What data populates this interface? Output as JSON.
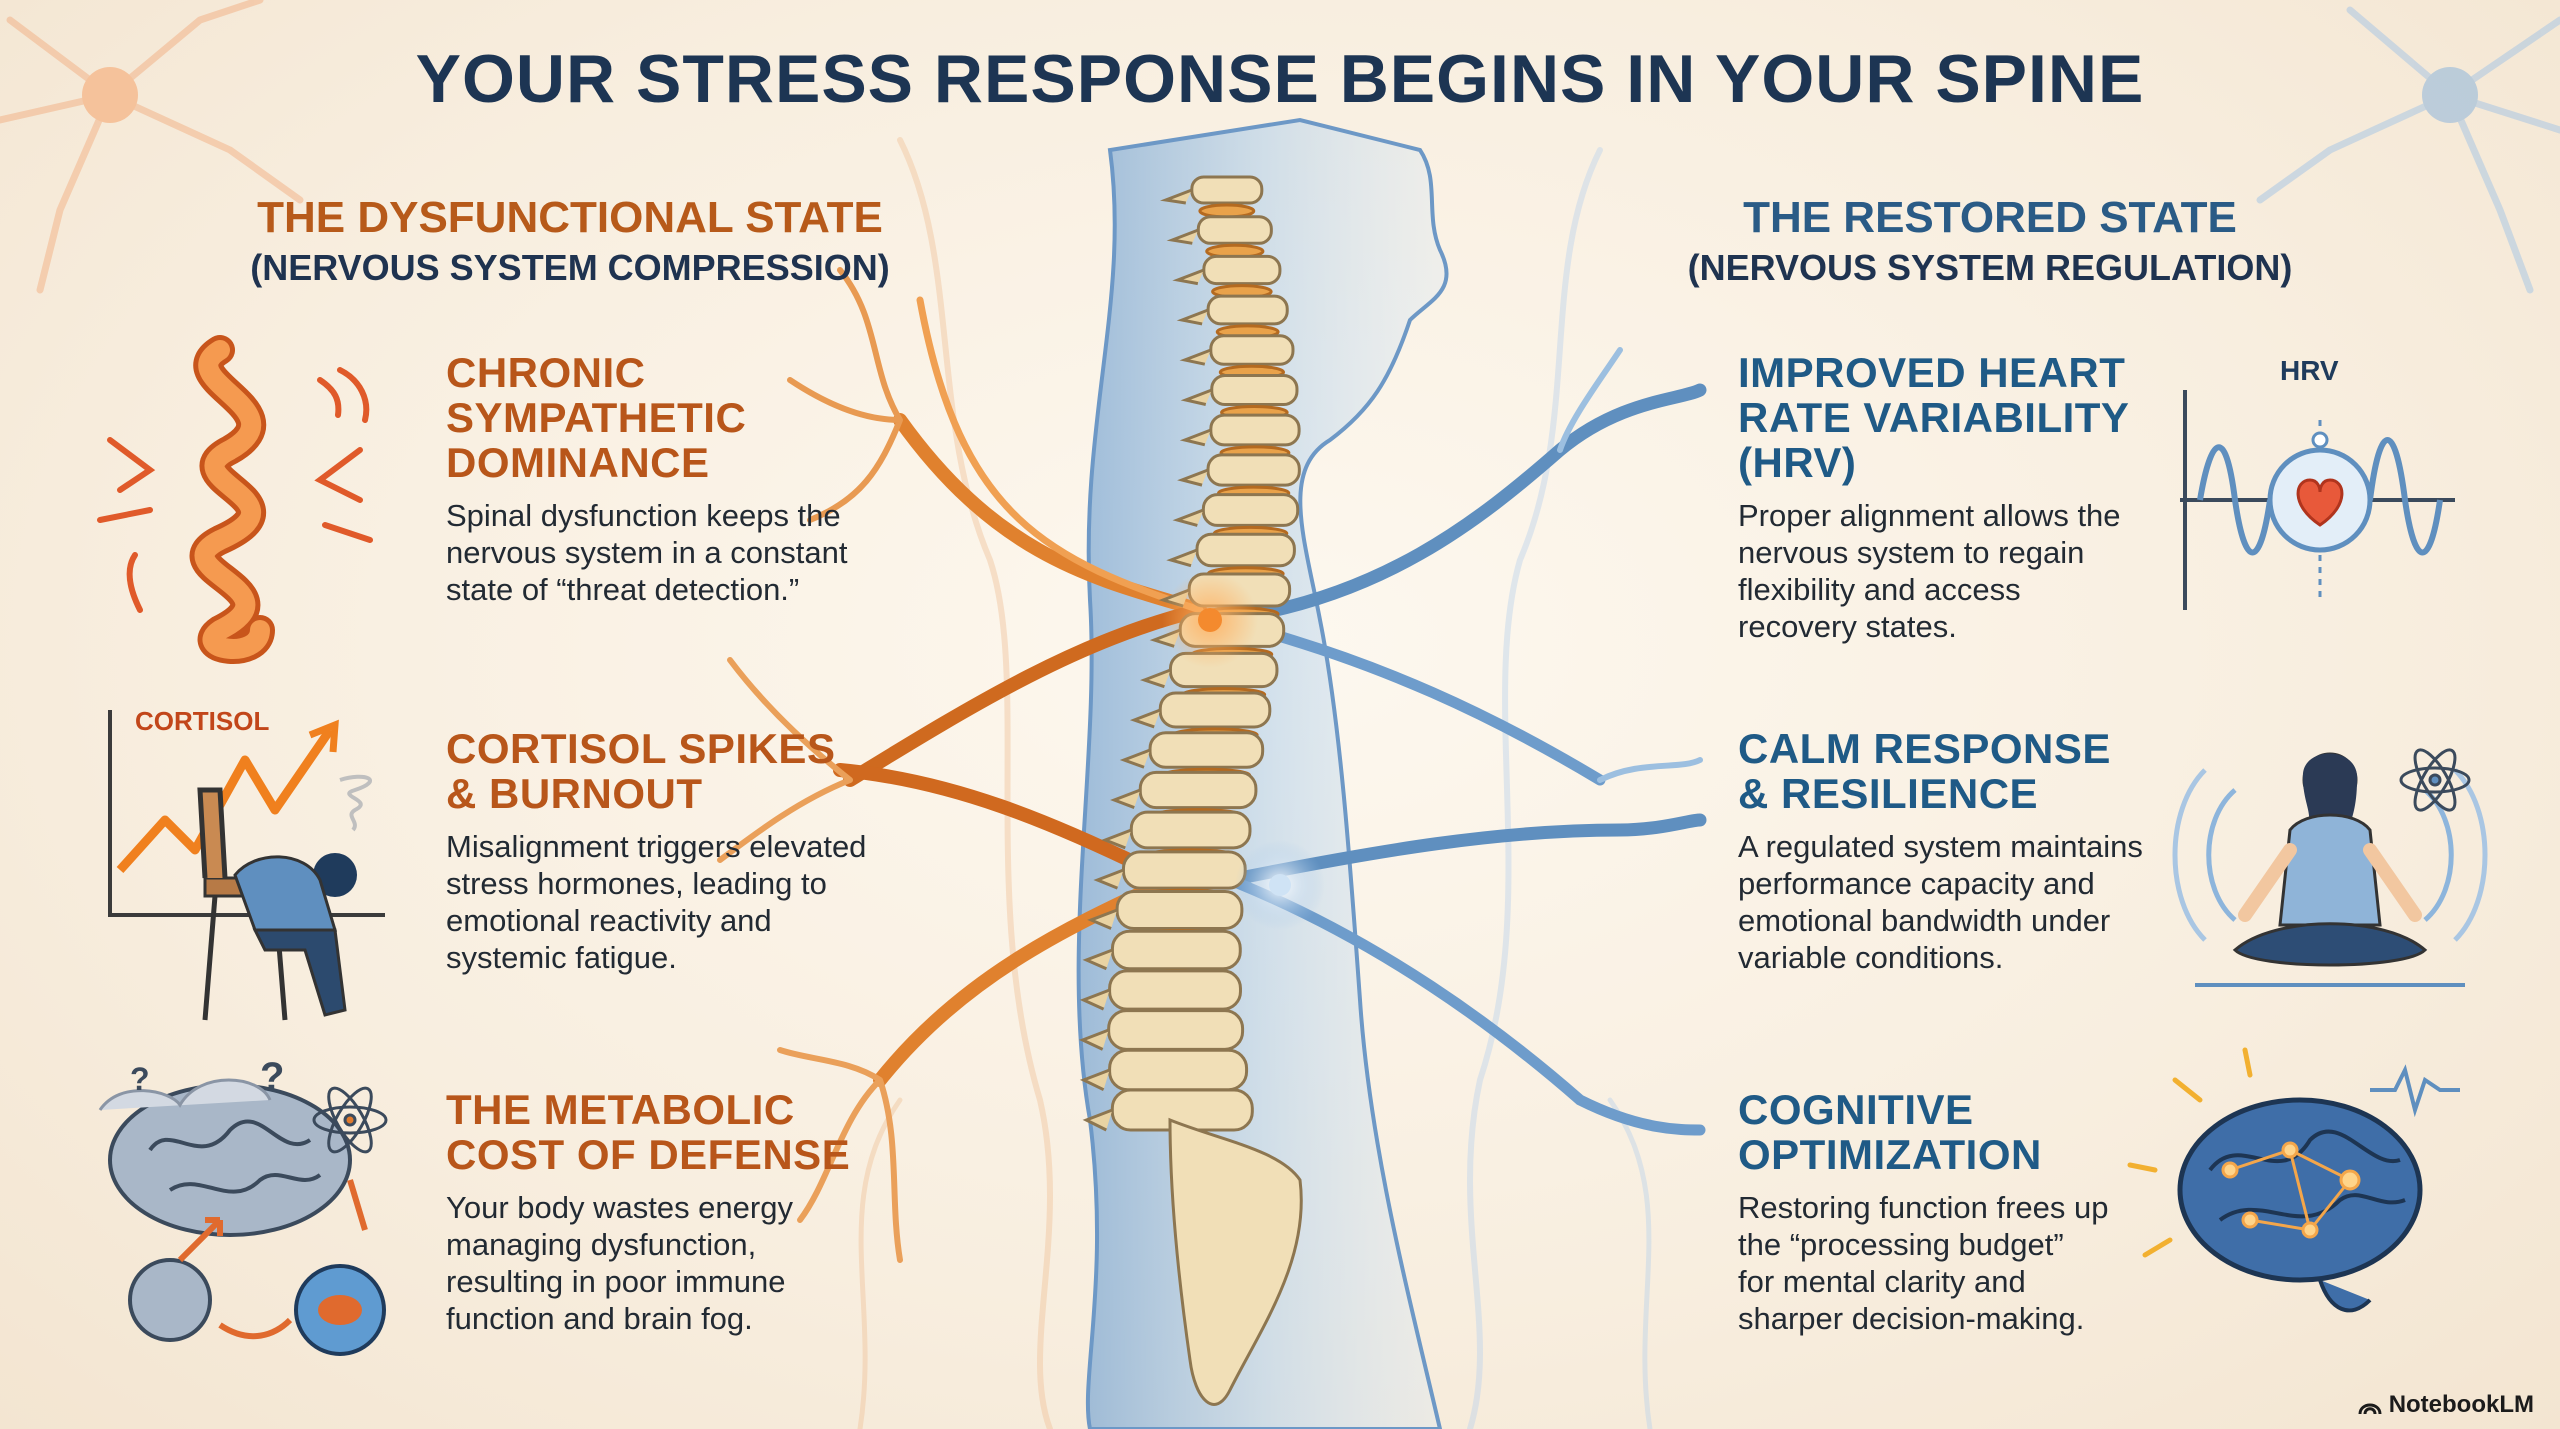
{
  "title": "YOUR STRESS RESPONSE BEGINS IN YOUR SPINE",
  "left_state": {
    "heading": "THE DYSFUNCTIONAL STATE",
    "subheading": "(NERVOUS SYSTEM COMPRESSION)",
    "sections": [
      {
        "title_lines": [
          "CHRONIC",
          "SYMPATHETIC",
          "DOMINANCE"
        ],
        "body_lines": [
          "Spinal dysfunction keeps the",
          "nervous system in a constant",
          "state of “threat detection.”"
        ],
        "icon": "tangled-nerve-icon"
      },
      {
        "title_lines": [
          "CORTISOL SPIKES",
          "& BURNOUT"
        ],
        "body_lines": [
          "Misalignment triggers elevated",
          "stress hormones, leading to",
          "emotional reactivity and",
          "systemic fatigue."
        ],
        "icon": "cortisol-burnout-icon",
        "chart_label": "CORTISOL"
      },
      {
        "title_lines": [
          "THE METABOLIC",
          "COST OF DEFENSE"
        ],
        "body_lines": [
          "Your body wastes energy",
          "managing dysfunction,",
          "resulting in poor immune",
          "function and brain fog."
        ],
        "icon": "foggy-brain-icon"
      }
    ]
  },
  "right_state": {
    "heading": "THE RESTORED STATE",
    "subheading": "(NERVOUS SYSTEM REGULATION)",
    "sections": [
      {
        "title_lines": [
          "IMPROVED HEART",
          "RATE VARIABILITY",
          "(HRV)"
        ],
        "body_lines": [
          "Proper alignment allows the",
          "nervous system to regain",
          "flexibility and access",
          "recovery states."
        ],
        "icon": "hrv-heart-wave-icon",
        "chart_label": "HRV"
      },
      {
        "title_lines": [
          "CALM RESPONSE",
          "& RESILIENCE"
        ],
        "body_lines": [
          "A regulated system maintains",
          "performance capacity and",
          "emotional bandwidth under",
          "variable conditions."
        ],
        "icon": "meditation-person-icon"
      },
      {
        "title_lines": [
          "COGNITIVE",
          "OPTIMIZATION"
        ],
        "body_lines": [
          "Restoring function frees up",
          "the “processing budget”",
          "for mental clarity and",
          "sharper decision-making."
        ],
        "icon": "glowing-brain-icon"
      }
    ]
  },
  "branding": "NotebookLM",
  "colors": {
    "background": "#f9f1e4",
    "title": "#1d3553",
    "dysfunction_accent": "#b8561a",
    "restored_accent": "#1f5a86",
    "nerve_orange": "#e0812e",
    "nerve_blue": "#5f8fbf",
    "vertebra": "#f1dfb7"
  }
}
